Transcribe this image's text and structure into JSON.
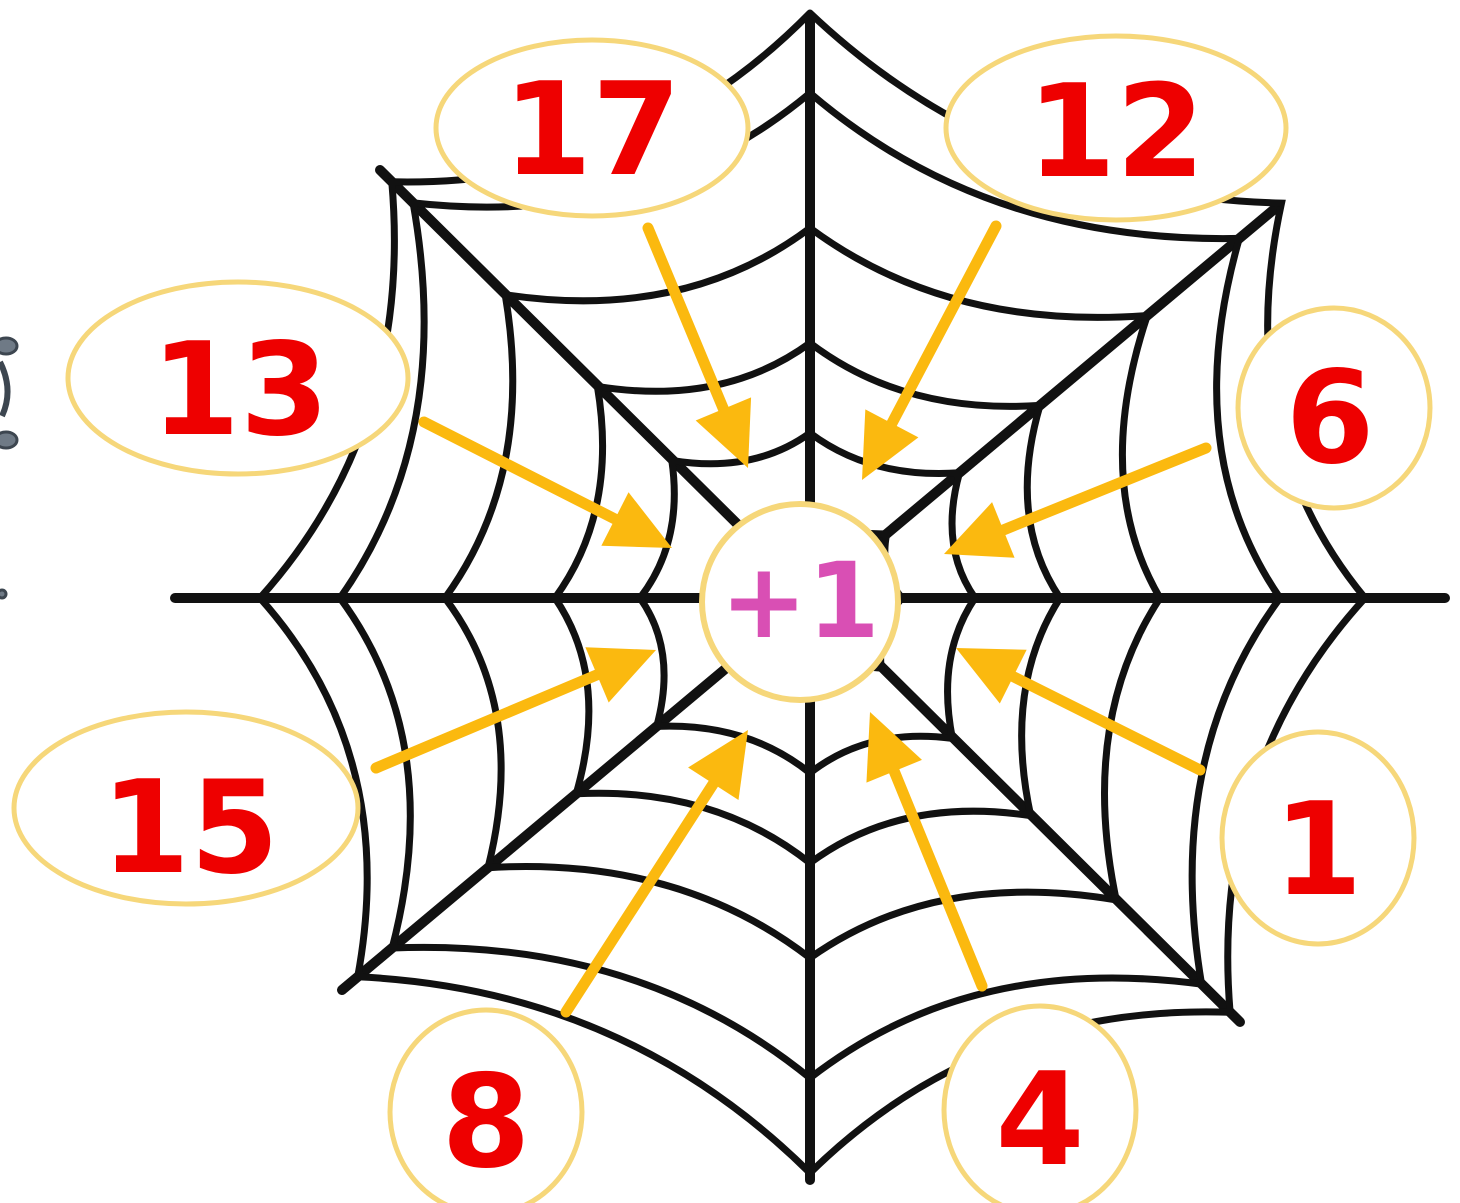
{
  "center_operation": "+1",
  "numbers": [
    "17",
    "12",
    "13",
    "6",
    "15",
    "1",
    "8",
    "4"
  ],
  "colors": {
    "number_text": "#ee0000",
    "center_text": "#d94fb4",
    "ellipse_stroke": "#f6d77a",
    "arrow": "#fbb90f",
    "web": "#111111",
    "background": "#ffffff"
  },
  "icons": [
    "spider-icon"
  ]
}
